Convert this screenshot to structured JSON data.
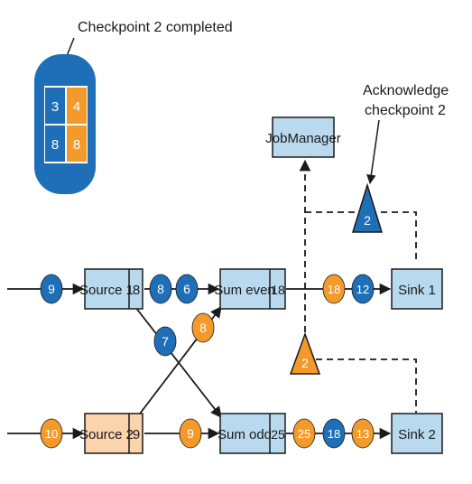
{
  "labels": {
    "checkpoint_completed": "Checkpoint 2 completed",
    "acknowledge_line1": "Acknowledge",
    "acknowledge_line2": "checkpoint 2"
  },
  "state_store": {
    "values": [
      "3",
      "4",
      "8",
      "8"
    ],
    "colors": [
      "blue",
      "orange",
      "blue",
      "orange"
    ]
  },
  "nodes": {
    "job_manager": "JobManager",
    "source1": {
      "label": "Source 1",
      "state": "8"
    },
    "source2": {
      "label": "Source 2",
      "state": "9"
    },
    "sum_even": {
      "label": "Sum even",
      "state": "18"
    },
    "sum_odd": {
      "label": "Sum odd",
      "state": "25"
    },
    "sink1": "Sink 1",
    "sink2": "Sink 2"
  },
  "records": {
    "source1_in": "9",
    "source2_in": "10",
    "to_sum_even_1": "8",
    "to_sum_even_2": "6",
    "cross_down": "7",
    "cross_up": "8",
    "to_sum_odd": "9",
    "sink1_in_1": "18",
    "sink1_in_2": "12",
    "sink2_in_1": "25",
    "sink2_in_2": "18",
    "sink2_in_3": "13"
  },
  "barriers": {
    "sink1_ack": "2",
    "sink2_ack": "2"
  },
  "colors": {
    "blue": "#1f6fb8",
    "orange": "#f39a2b",
    "node_fill": "#b9d9ef",
    "source2_fill": "#fbd3ad",
    "store_outer": "#1f6fb8",
    "store_inner": "#ffffff",
    "line": "#1a1a1a"
  }
}
